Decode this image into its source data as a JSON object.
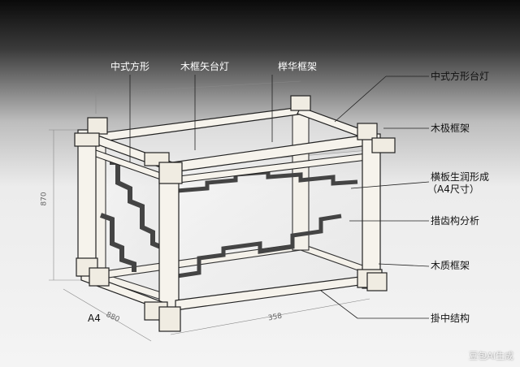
{
  "labels": {
    "top_left": "中式方形",
    "top_mid": "木框矢台灯",
    "top_right_small": "榉华框架",
    "right_1": "中式方形台灯",
    "right_2": "木极框架",
    "right_3_line1": "横板生润形成",
    "right_3_line2": "（A4尺寸）",
    "right_4": "措齿构分析",
    "right_5": "木质框架",
    "right_6": "掛中结构",
    "bottom_left": "A4"
  },
  "dimensions": {
    "height": "870",
    "depth": "880",
    "width": "358"
  },
  "watermark": "豆包AI生成"
}
